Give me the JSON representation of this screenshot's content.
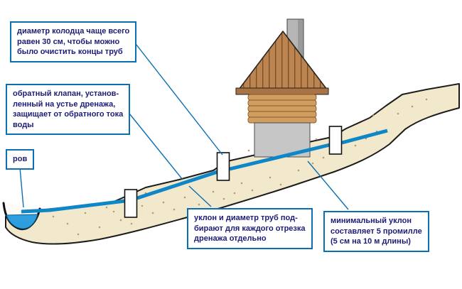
{
  "diagram": {
    "annotations": {
      "well_diameter": "диаметр колодца чаще всего\nравен 30 см, чтобы можно\nбыло очистить концы труб",
      "check_valve": "обратный клапан, установ-\nленный на устье дренажа,\nзащищает от обратного тока\nводы",
      "ditch": "ров",
      "segment_slope": "уклон и диаметр труб под-\nбирают для каждого отрезка\nдренажа отдельно",
      "min_slope": "минимальный уклон\nсоставляет 5 промилле\n(5 см на 10 м длины)"
    },
    "colors": {
      "annotation_border": "#0a6fb4",
      "annotation_text": "#1c1c78",
      "callout_line": "#0a6fb4",
      "pipe_blue": "#0e86c8",
      "water_blue": "#2f9ede",
      "soil_beige": "#f2e9cc",
      "soil_outline": "#1c1c1c",
      "roof_brown": "#bb8450",
      "log_brown": "#d09e60",
      "stone_gray": "#c6c6c6"
    }
  }
}
